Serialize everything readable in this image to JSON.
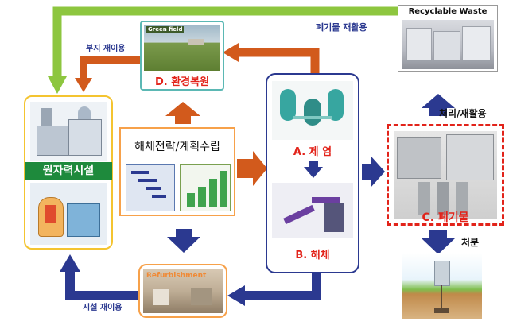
{
  "labels": {
    "recyclable_waste": "Recyclable Waste",
    "waste_recycling": "폐기물 재활용",
    "site_reuse": "부지 재이용",
    "green_field": "Green field",
    "env_restoration": "D. 환경복원",
    "nuclear_facility": "원자력시설",
    "strategy": "해체전략/계획수립",
    "decon": "A. 제 염",
    "dismantle": "B. 해체",
    "processing_recycling": "처리/재활용",
    "waste": "C. 폐기물",
    "disposal": "처분",
    "refurbishment": "Refurbishment",
    "facility_reuse": "시설 재이용"
  },
  "icons": {
    "nuclear_plant": "nuclear-plant-illustration",
    "reactor": "reactor-vessel-illustration",
    "robot": "robot-arm-illustration",
    "chart": "gantt-chart-illustration",
    "disposal_site": "disposal-site-illustration"
  },
  "colors": {
    "green_arrow": "#8dc63f",
    "orange_arrow": "#d25a1c",
    "navy_arrow": "#2b3990",
    "red_text": "#e2231a",
    "navy_frame": "#2b3990",
    "orange_frame": "#f7a14a",
    "yellow_frame": "#f4c430"
  }
}
